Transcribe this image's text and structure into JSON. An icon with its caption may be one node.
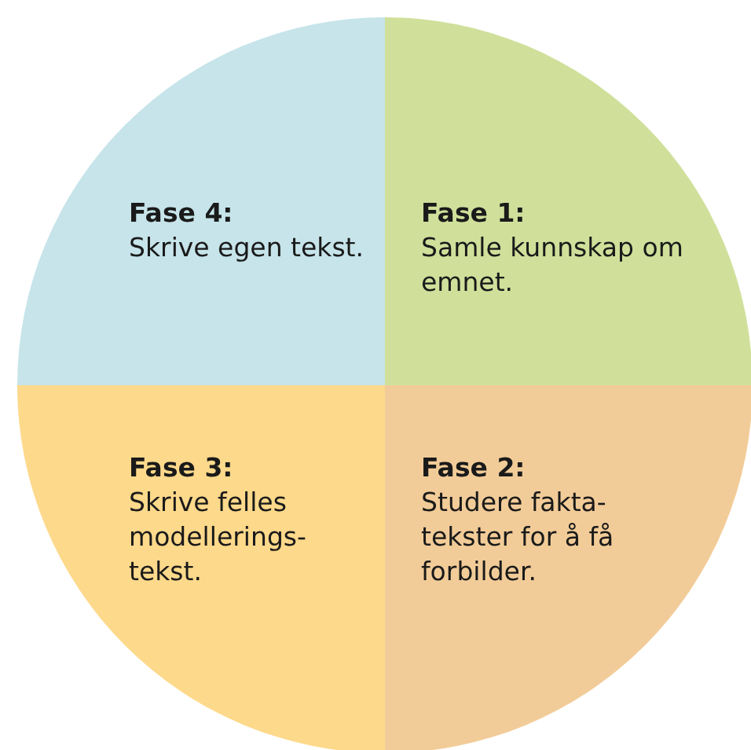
{
  "diagram": {
    "nodes": [
      {
        "text": [
          "Fase 4:",
          "Skrive egen tekst."
        ]
      },
      {
        "text": [
          "Fase 1:",
          "Samle kunnskap om emnet."
        ]
      },
      {
        "text": [
          "Fase 3:",
          "Skrive felles modellerings-tekst."
        ]
      },
      {
        "text": [
          "Fase 2:",
          "Studere fakta-tekster for å få forbilder."
        ]
      }
    ]
  }
}
